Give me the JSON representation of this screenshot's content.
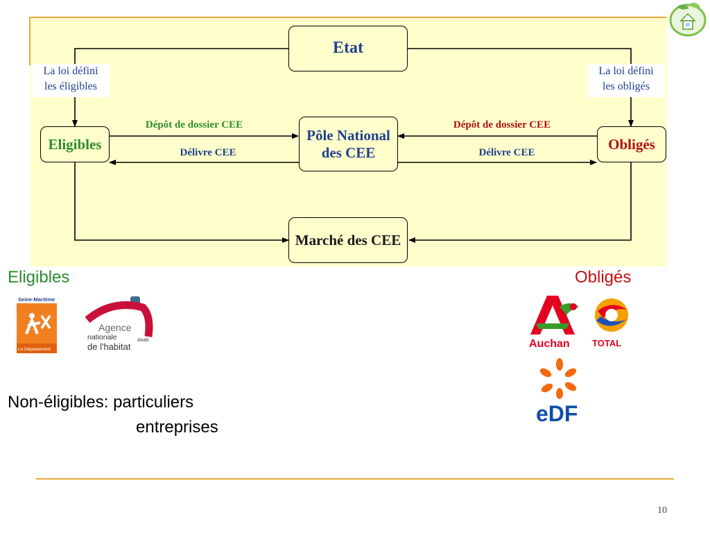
{
  "colors": {
    "accent": "#e8a93a",
    "diagram_bg": "#ffffcc",
    "navy": "#1f3f8f",
    "green": "#2e8b2e",
    "red": "#b01010"
  },
  "diagram": {
    "nodes": {
      "etat": "Etat",
      "pole_line1": "Pôle National",
      "pole_line2": "des CEE",
      "eligibles": "Eligibles",
      "obliges": "Obligés",
      "marche": "Marché des CEE"
    },
    "law_left": [
      "La loi défini",
      "les éligibles"
    ],
    "law_right": [
      "La loi défini",
      "les obligés"
    ],
    "depot_left": "Dépôt de dossier CEE",
    "depot_right": "Dépôt de dossier CEE",
    "delivre_left": "Délivre CEE",
    "delivre_right": "Délivre CEE"
  },
  "eligibles_section": {
    "title": "Eligibles",
    "logos": [
      {
        "name": "seine-maritime-logo",
        "lines": [
          "Seine-Maritime",
          "Le Département"
        ]
      },
      {
        "name": "anah-logo",
        "lines": [
          "Agence",
          "nationale",
          "de l'habitat",
          "Anah"
        ]
      }
    ]
  },
  "obliges_section": {
    "title": "Obligés",
    "logos": [
      {
        "name": "auchan-logo",
        "text": "Auchan"
      },
      {
        "name": "total-logo",
        "text": "TOTAL"
      },
      {
        "name": "edf-logo",
        "text": "eDF"
      }
    ]
  },
  "non_eligibles": {
    "label": "Non-éligibles: particuliers",
    "second": "entreprises"
  },
  "page_number": "10"
}
